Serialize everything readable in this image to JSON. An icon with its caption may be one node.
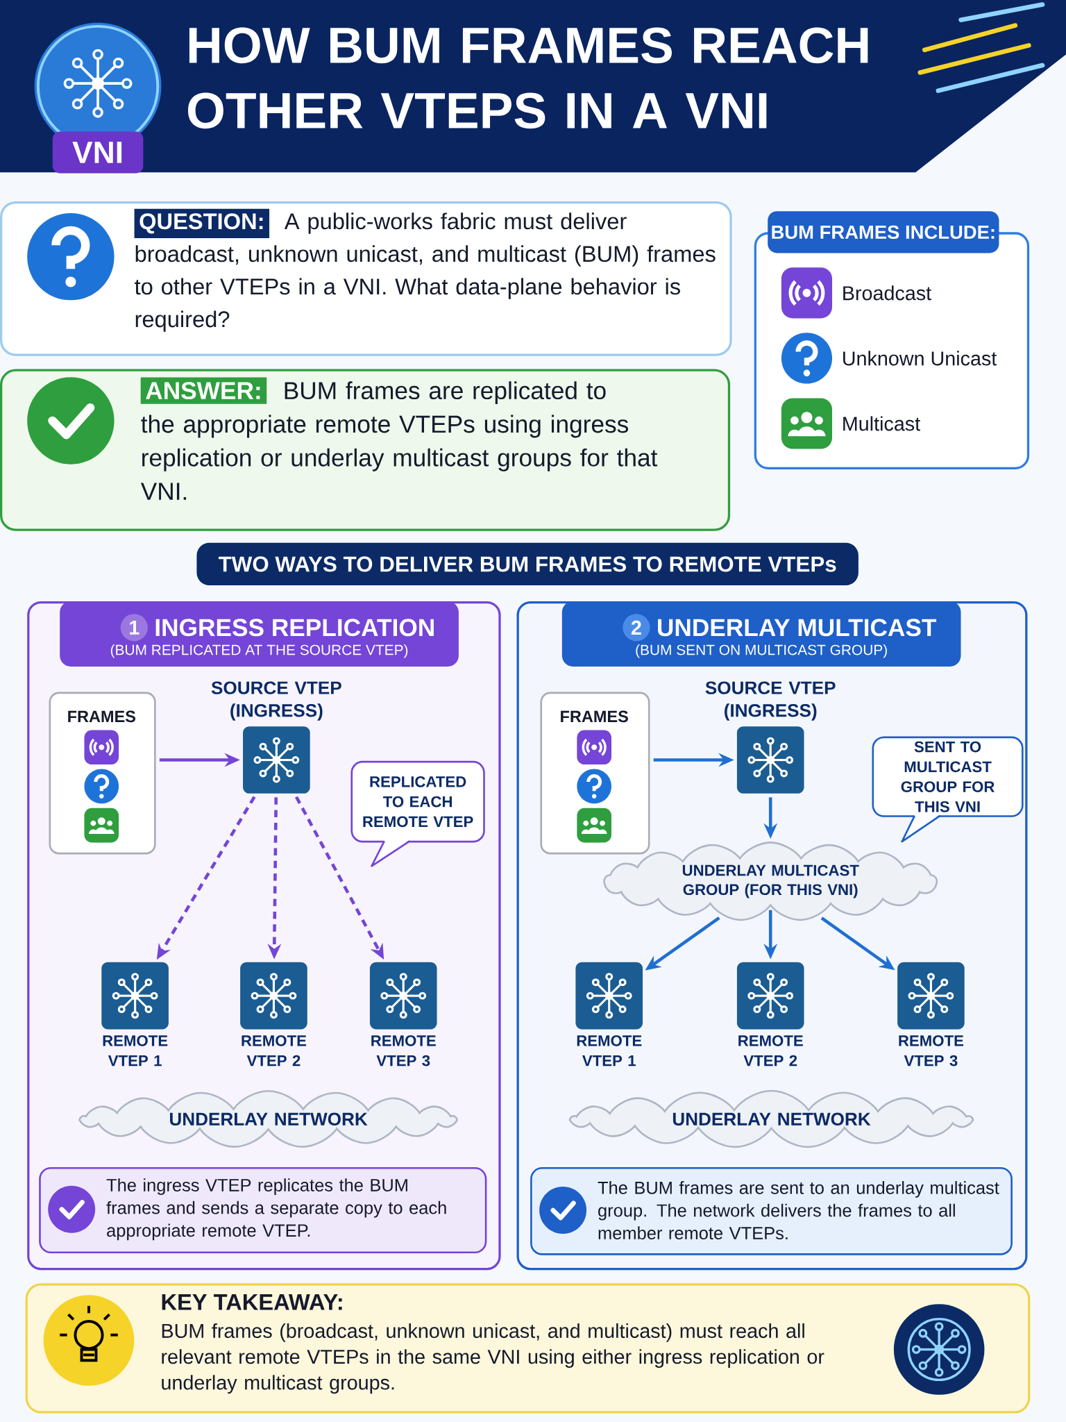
{
  "diagram": {
    "title": "HOW BUM FRAMES REACH OTHER VTEPS IN A VNI",
    "nodes": [
      {
        "text": [
          "VNI"
        ]
      },
      {
        "text": [
          "QUESTION:",
          "A public-works fabric must deliver broadcast, unknown unicast, and multicast (BUM) frames to other VTEPs in a VNI. What data-plane behavior is required?"
        ]
      },
      {
        "text": [
          "ANSWER:",
          "BUM frames are replicated to the appropriate remote VTEPs using ingress replication or underlay multicast groups for that VNI."
        ]
      },
      {
        "text": [
          "BUM FRAMES INCLUDE:",
          "Broadcast",
          "Unknown Unicast",
          "Multicast"
        ]
      },
      {
        "text": [
          "TWO WAYS TO DELIVER BUM FRAMES TO REMOTE VTEPs"
        ]
      },
      {
        "text": [
          "1",
          "INGRESS REPLICATION",
          "(BUM REPLICATED AT THE SOURCE VTEP)"
        ]
      },
      {
        "text": [
          "FRAMES"
        ],
        "in": 5
      },
      {
        "text": [
          "SOURCE VTEP (INGRESS)"
        ],
        "in": 5
      },
      {
        "text": [
          "REPLICATED TO EACH REMOTE VTEP"
        ],
        "in": 5
      },
      {
        "text": [
          "REMOTE VTEP 1"
        ],
        "in": 5
      },
      {
        "text": [
          "REMOTE VTEP 2"
        ],
        "in": 5
      },
      {
        "text": [
          "REMOTE VTEP 3"
        ],
        "in": 5
      },
      {
        "text": [
          "UNDERLAY NETWORK"
        ],
        "in": 5
      },
      {
        "text": [
          "The ingress VTEP replicates the BUM frames and sends a separate copy to each appropriate remote VTEP."
        ],
        "in": 5
      },
      {
        "text": [
          "2",
          "UNDERLAY MULTICAST",
          "(BUM SENT ON MULTICAST GROUP)"
        ]
      },
      {
        "text": [
          "FRAMES"
        ],
        "in": 14
      },
      {
        "text": [
          "SOURCE VTEP (INGRESS)"
        ],
        "in": 14
      },
      {
        "text": [
          "SENT TO MULTICAST GROUP FOR THIS VNI"
        ],
        "in": 14
      },
      {
        "text": [
          "UNDERLAY MULTICAST GROUP (FOR THIS VNI)"
        ],
        "in": 14
      },
      {
        "text": [
          "REMOTE VTEP 1"
        ],
        "in": 14
      },
      {
        "text": [
          "REMOTE VTEP 2"
        ],
        "in": 14
      },
      {
        "text": [
          "REMOTE VTEP 3"
        ],
        "in": 14
      },
      {
        "text": [
          "UNDERLAY NETWORK"
        ],
        "in": 14
      },
      {
        "text": [
          "The BUM frames are sent to an underlay multicast group. The network delivers the frames to all member remote VTEPs."
        ],
        "in": 14
      },
      {
        "text": [
          "KEY TAKEAWAY:",
          "BUM frames (broadcast, unknown unicast, and multicast) must reach all relevant remote VTEPs in the same VNI using either ingress replication or underlay multicast groups."
        ]
      }
    ],
    "edges": [
      {
        "from": 6,
        "to": 7,
        "arrow": "to",
        "color": "#7445d6"
      },
      {
        "from": 7,
        "to": 9,
        "arrow": "to",
        "style": "dashed",
        "color": "#7445d6"
      },
      {
        "from": 7,
        "to": 10,
        "arrow": "to",
        "style": "dashed",
        "color": "#7445d6"
      },
      {
        "from": 7,
        "to": 11,
        "arrow": "to",
        "style": "dashed",
        "color": "#7445d6"
      },
      {
        "from": 15,
        "to": 16,
        "arrow": "to"
      },
      {
        "from": 16,
        "to": 18,
        "arrow": "to"
      },
      {
        "from": 18,
        "to": 19,
        "arrow": "to"
      },
      {
        "from": 18,
        "to": 20,
        "arrow": "to"
      },
      {
        "from": 18,
        "to": 21,
        "arrow": "to"
      }
    ]
  }
}
